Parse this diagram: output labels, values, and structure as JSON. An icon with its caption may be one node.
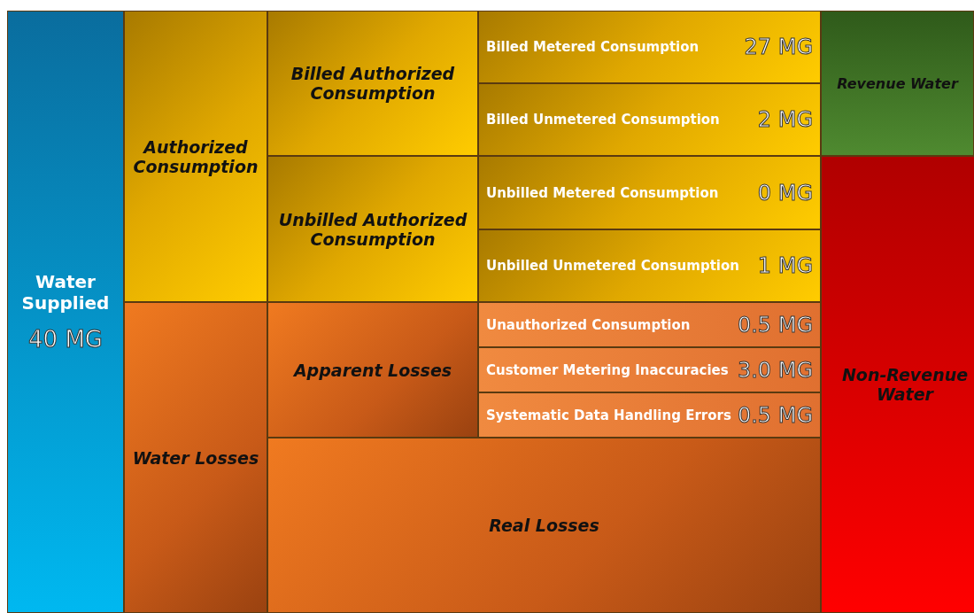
{
  "diagram": {
    "nodes": [
      {
        "text": [
          "Water Supplied",
          "40 MG"
        ]
      },
      {
        "text": [
          "Authorized Consumption"
        ]
      },
      {
        "text": [
          "Water Losses"
        ]
      },
      {
        "text": [
          "Billed Authorized Consumption"
        ]
      },
      {
        "text": [
          "Unbilled Authorized Consumption"
        ]
      },
      {
        "text": [
          "Apparent Losses"
        ]
      },
      {
        "text": [
          "Real Losses"
        ]
      },
      {
        "text": [
          "Billed Metered Consumption",
          "27 MG"
        ]
      },
      {
        "text": [
          "Billed Unmetered Consumption",
          "2 MG"
        ]
      },
      {
        "text": [
          "Unbilled Metered Consumption",
          "0 MG"
        ]
      },
      {
        "text": [
          "Unbilled Unmetered Consumption",
          "1 MG"
        ]
      },
      {
        "text": [
          "Unauthorized Consumption",
          "0.5 MG"
        ]
      },
      {
        "text": [
          "Customer Metering Inaccuracies",
          "3.0 MG"
        ]
      },
      {
        "text": [
          "Systematic Data Handling Errors",
          "0.5 MG"
        ]
      },
      {
        "text": [
          "Revenue Water"
        ]
      },
      {
        "text": [
          "Non-Revenue Water"
        ]
      }
    ],
    "edges": []
  }
}
